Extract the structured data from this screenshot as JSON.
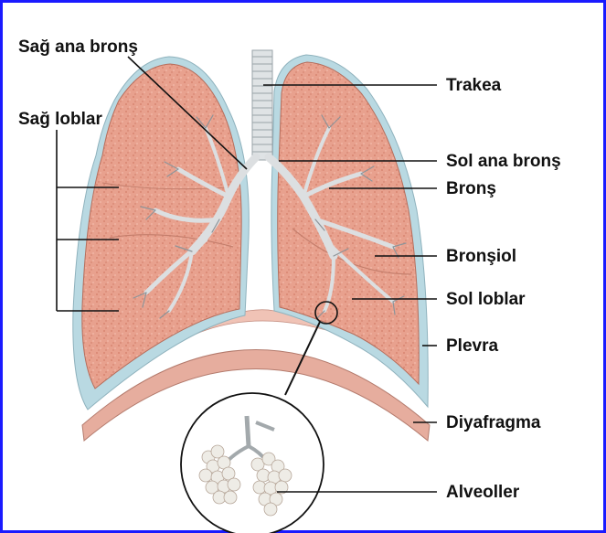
{
  "labels": {
    "sag_ana_brons": "Sağ ana bronş",
    "sag_loblar": "Sağ loblar",
    "trakea": "Trakea",
    "sol_ana_brons": "Sol ana bronş",
    "brons": "Bronş",
    "bronsiol": "Bronşiol",
    "sol_loblar": "Sol loblar",
    "plevra": "Plevra",
    "diyafragma": "Diyafragma",
    "alveoller": "Alveoller"
  },
  "colors": {
    "frame": "#1a1aff",
    "lung": "#e9a38f",
    "pleura": "#b9d9e2",
    "diaphragm": "#eab1a2",
    "bronchi": "#dde0e2"
  }
}
